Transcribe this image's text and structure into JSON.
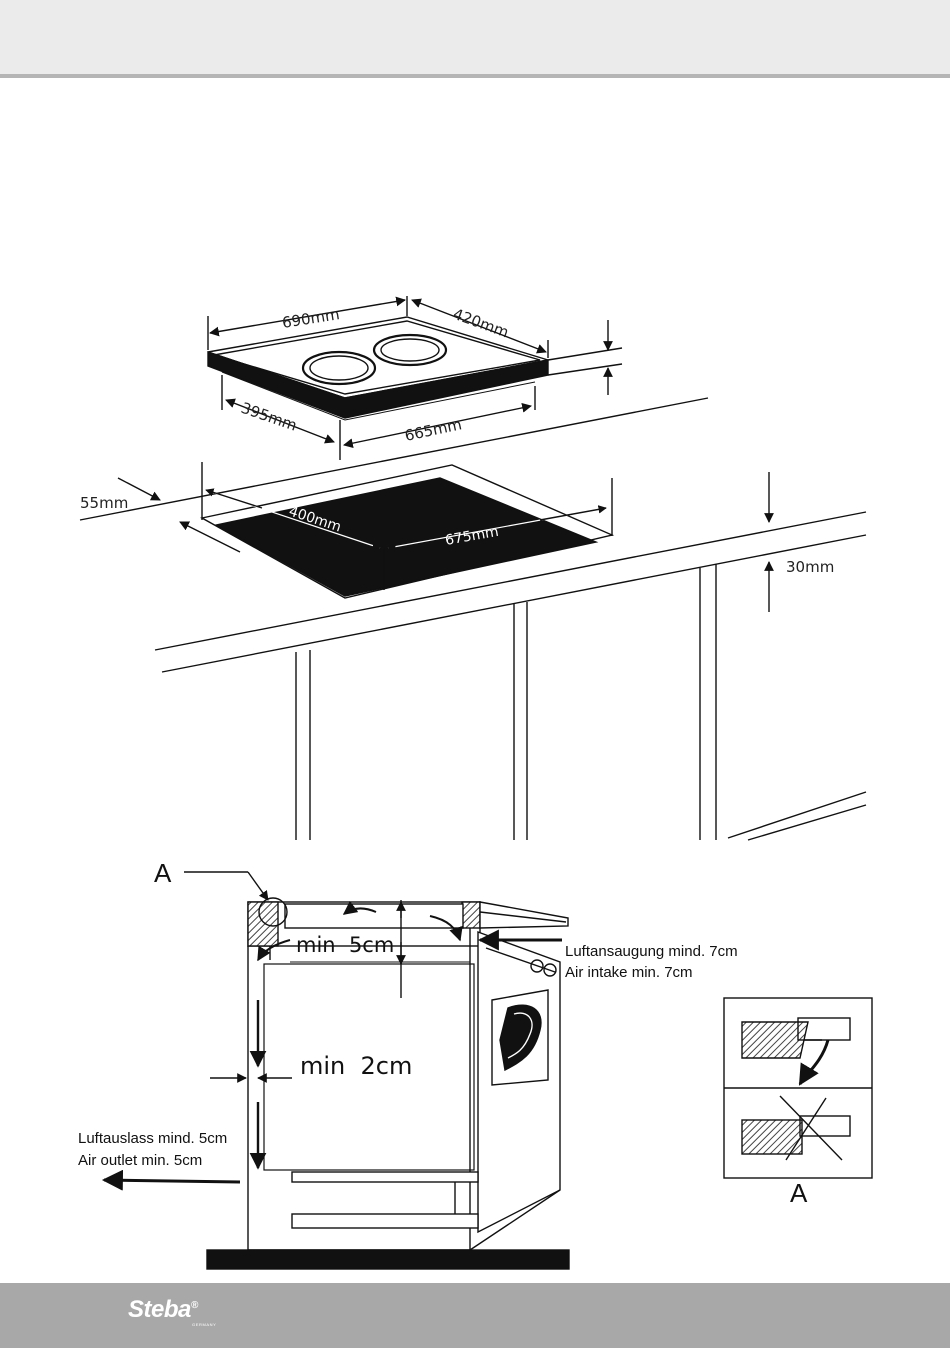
{
  "top_diagram": {
    "dim_width_top": "690mm",
    "dim_depth_top": "420mm",
    "dim_depth_bottom": "395mm",
    "dim_width_bottom": "665mm",
    "dim_side": "55mm",
    "dim_cutout_depth": "400mm",
    "dim_cutout_width": "675mm",
    "dim_thickness": "30mm"
  },
  "bottom_diagram": {
    "label_detail_left": "A",
    "clearance_top": "min  5cm",
    "clearance_side": "min  2cm",
    "air_intake_de": "Luftansaugung mind. 7cm",
    "air_intake_en": "Air intake min. 7cm",
    "air_outlet_de": "Luftauslass mind. 5cm",
    "air_outlet_en": "Air outlet min. 5cm",
    "label_detail_right": "A"
  },
  "footer": {
    "brand": "Steba",
    "brand_sub": "GERMANY"
  },
  "colors": {
    "header_bg": "#ebebeb",
    "header_line": "#b5b5b5",
    "footer_bg": "#a8a8a8",
    "cutout": "#111111"
  }
}
